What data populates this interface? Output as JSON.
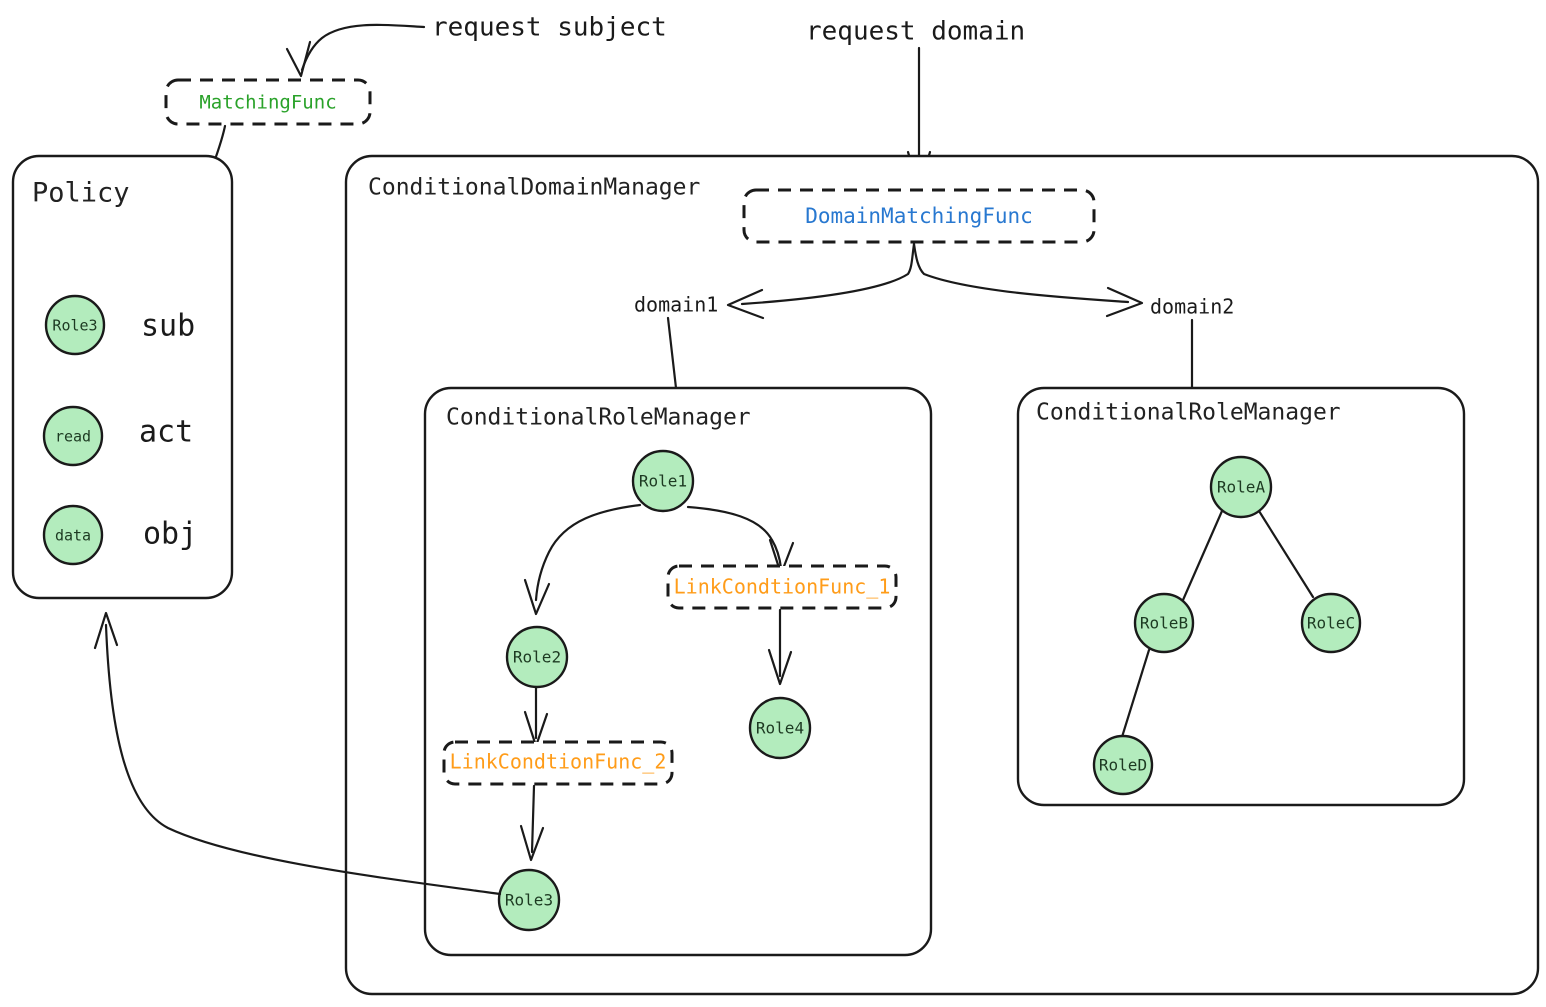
{
  "diagram": {
    "title_hidden": "",
    "annotations": {
      "request_subject": "request subject",
      "request_domain": "request domain"
    },
    "matching_func": {
      "label": "MatchingFunc",
      "color": "#2aa22a"
    },
    "domain_matching_func": {
      "label": "DomainMatchingFunc",
      "color": "#2878d0"
    },
    "policy": {
      "title": "Policy",
      "rows": [
        {
          "node": "Role3",
          "attr": "sub"
        },
        {
          "node": "read",
          "attr": "act"
        },
        {
          "node": "data",
          "attr": "obj"
        }
      ]
    },
    "conditional_domain_manager": {
      "title": "ConditionalDomainManager",
      "domain_labels": {
        "left": "domain1",
        "right": "domain2"
      },
      "role_manager_left": {
        "title": "ConditionalRoleManager",
        "nodes": [
          {
            "id": "role1",
            "label": "Role1"
          },
          {
            "id": "role2",
            "label": "Role2"
          },
          {
            "id": "role3",
            "label": "Role3"
          },
          {
            "id": "role4",
            "label": "Role4"
          }
        ],
        "link_funcs": [
          {
            "id": "lcf1",
            "label": "LinkCondtionFunc_1",
            "color": "#ff9c19"
          },
          {
            "id": "lcf2",
            "label": "LinkCondtionFunc_2",
            "color": "#ff9c19"
          }
        ]
      },
      "role_manager_right": {
        "title": "ConditionalRoleManager",
        "nodes": [
          {
            "id": "roleA",
            "label": "RoleA"
          },
          {
            "id": "roleB",
            "label": "RoleB"
          },
          {
            "id": "roleC",
            "label": "RoleC"
          },
          {
            "id": "roleD",
            "label": "RoleD"
          }
        ]
      }
    },
    "colors": {
      "node_fill": "#b3ecbd",
      "stroke": "#1a1a1a",
      "green_text": "#2aa22a",
      "blue_text": "#2878d0",
      "orange_text": "#ff9c19"
    }
  }
}
